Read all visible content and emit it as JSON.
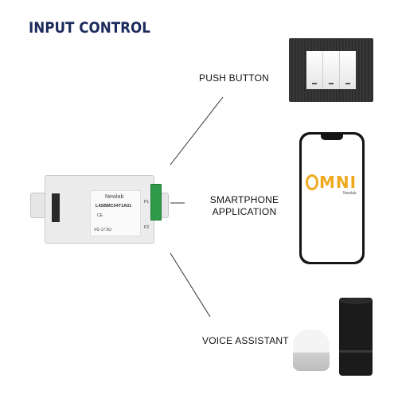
{
  "title": "INPUT CONTROL",
  "inputs": {
    "push_button": "PUSH BUTTON",
    "smartphone": "SMARTPHONE\nAPPLICATION",
    "voice": "VOICE ASSISTANT"
  },
  "phone_app": {
    "logo_text": "MNI",
    "logo_brand": "Newlab"
  },
  "module": {
    "brand": "Newlab",
    "model": "L4SBMC04T1A01",
    "ce_mark": "CE",
    "rating": "VG 17.5U",
    "p1": "P1",
    "p2": "P2"
  },
  "colors": {
    "title": "#1c2a5c",
    "omni_accent": "#f0a81e",
    "terminal_green": "#2e9a4a"
  }
}
